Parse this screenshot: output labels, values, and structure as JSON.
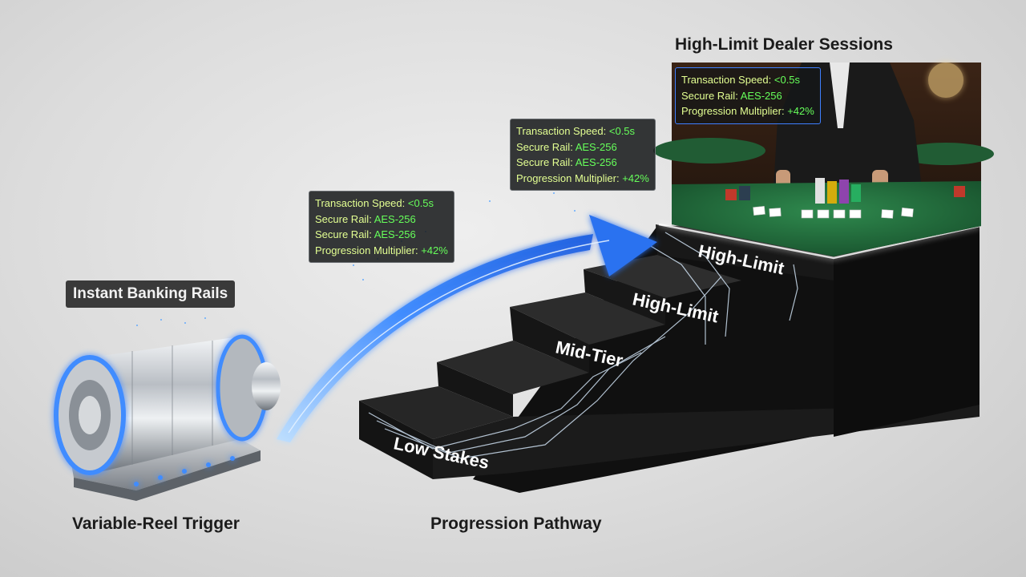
{
  "labels": {
    "banking": "Instant Banking Rails",
    "trigger": "Variable-Reel Trigger",
    "pathway": "Progression Pathway",
    "dealer": "High-Limit Dealer Sessions"
  },
  "steps": [
    "Low Stakes",
    "Mid-Tier",
    "High-Limit",
    "High-Limit"
  ],
  "stats_mid": [
    {
      "key": "Transaction Speed: ",
      "value": "<0.5s"
    },
    {
      "key": "Secure Rail: ",
      "value": "AES-256"
    },
    {
      "key": "Secure Rail: ",
      "value": "AES-256"
    },
    {
      "key": "Progression Multiplier: ",
      "value": "+42%"
    }
  ],
  "stats_upper": [
    {
      "key": "Transaction Speed: ",
      "value": "<0.5s"
    },
    {
      "key": "Secure Rail: ",
      "value": "AES-256"
    },
    {
      "key": "Secure Rail: ",
      "value": "AES-256"
    },
    {
      "key": "Progression Multiplier: ",
      "value": "+42%"
    }
  ],
  "stats_dealer": [
    {
      "key": "Transaction Speed: ",
      "value": "<0.5s"
    },
    {
      "key": "Secure Rail: ",
      "value": "AES-256"
    },
    {
      "key": "Progression Multiplier: ",
      "value": "+42%"
    }
  ],
  "colors": {
    "glow_blue": "#3f8cff",
    "stat_key": "#e3ff92",
    "stat_value": "#66ff5a",
    "felt_green": "#1f6a3a",
    "step_black": "#1a1a1a"
  }
}
